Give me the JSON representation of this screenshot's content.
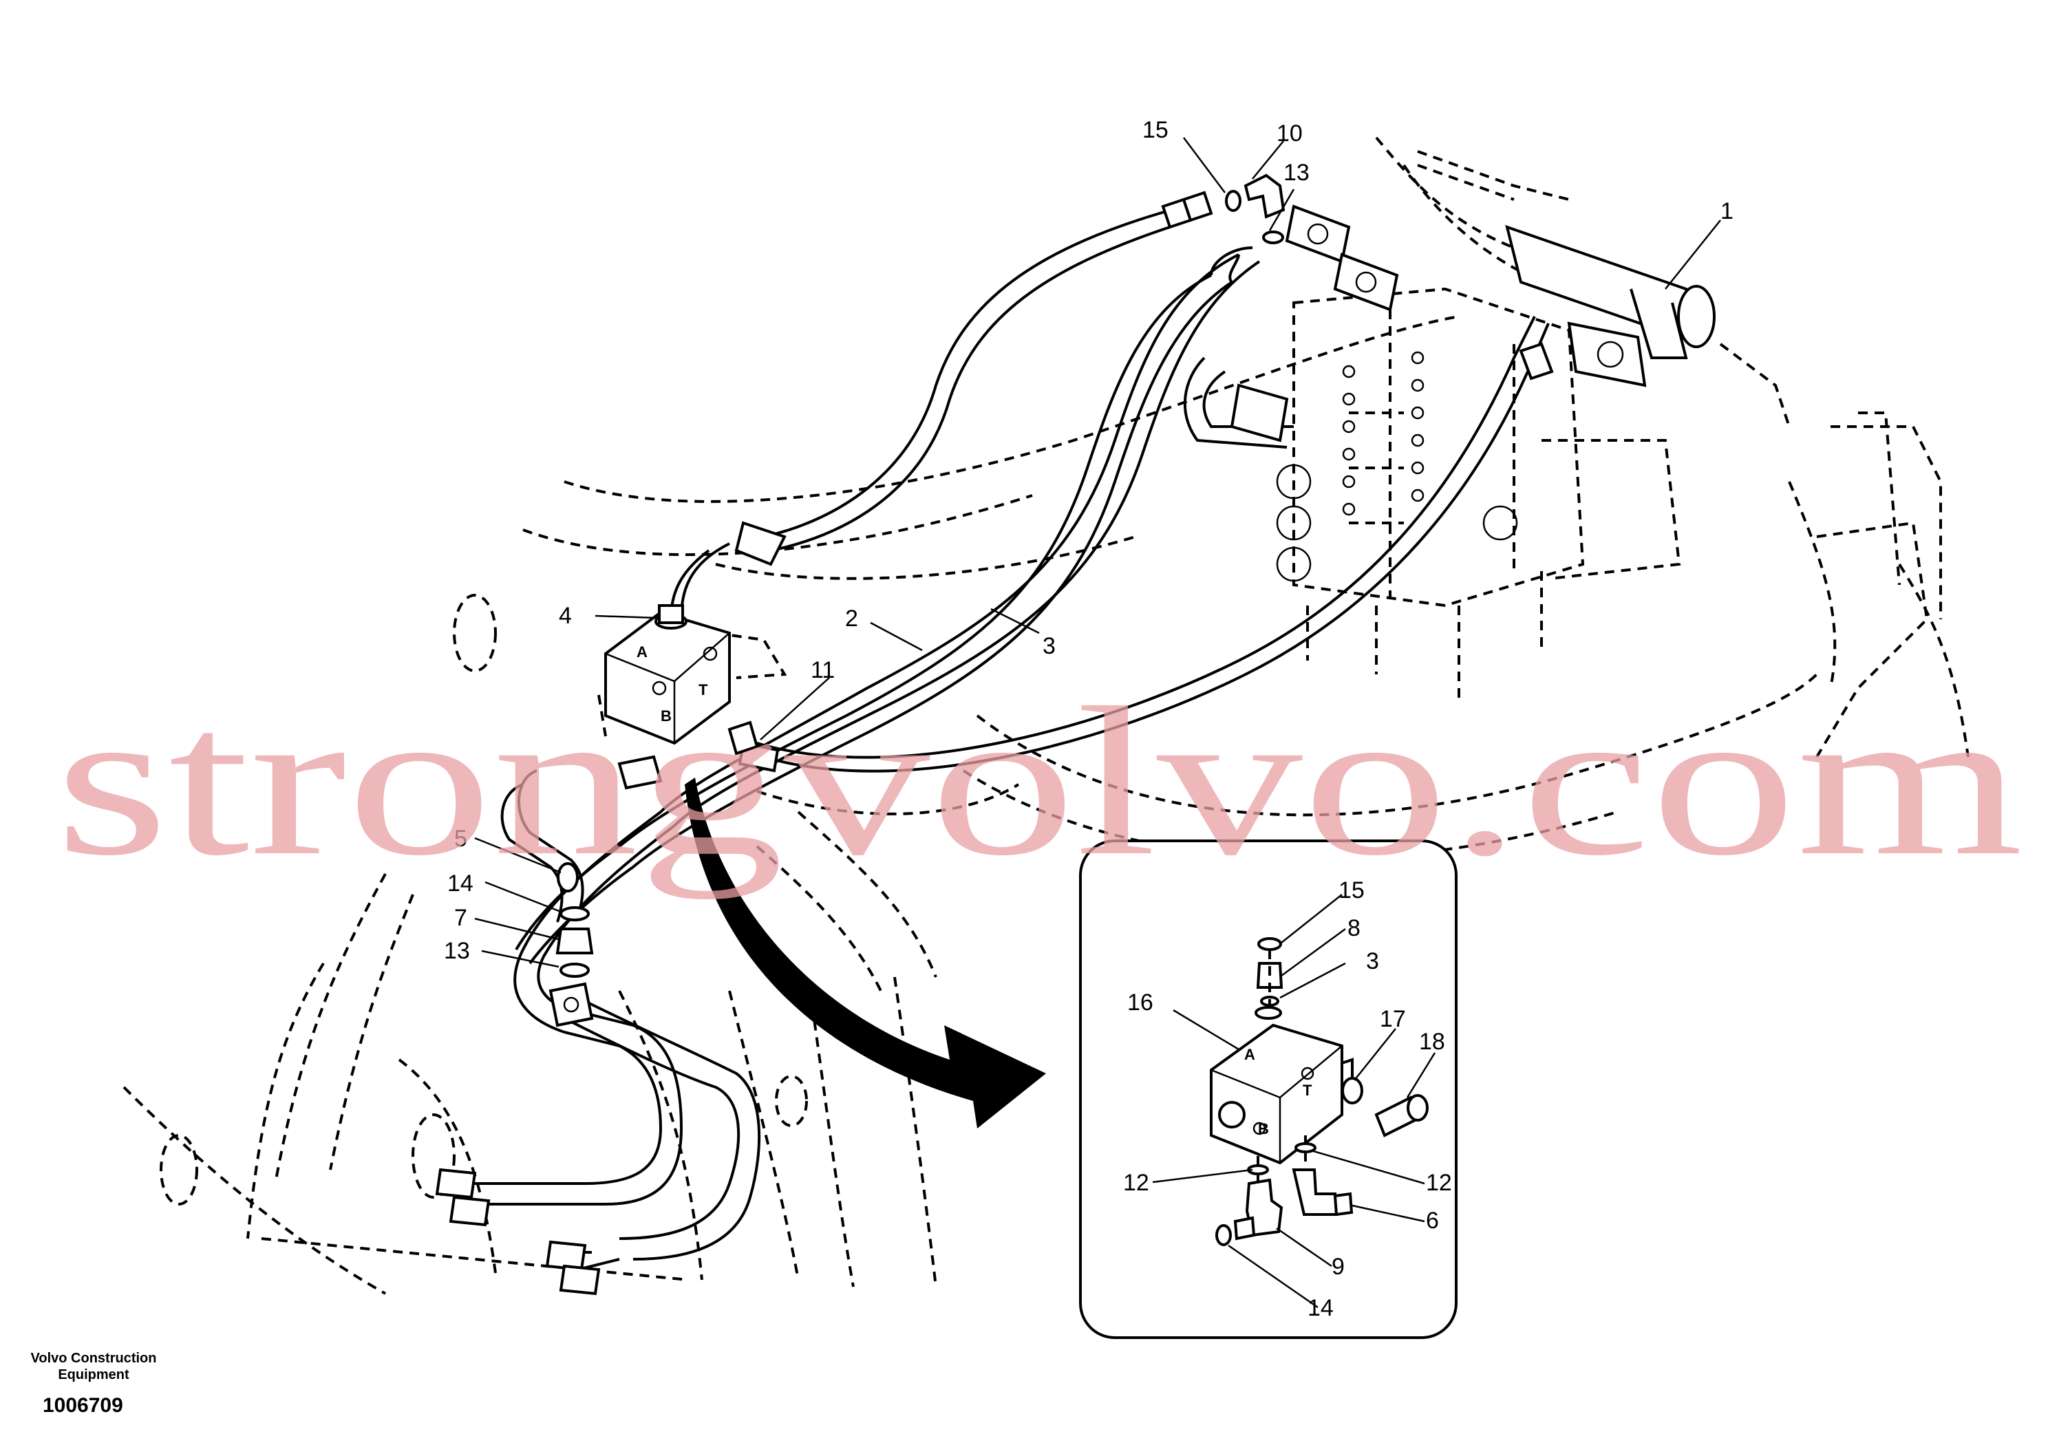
{
  "diagram": {
    "callouts_main": [
      "15",
      "10",
      "13",
      "1",
      "4",
      "2",
      "3",
      "11",
      "5",
      "14",
      "7",
      "13"
    ],
    "callouts_detail": [
      "15",
      "8",
      "3",
      "16",
      "17",
      "18",
      "12",
      "12",
      "6",
      "9",
      "14"
    ],
    "ports_main": [
      "A",
      "B",
      "T"
    ],
    "ports_detail": [
      "A",
      "B",
      "T"
    ]
  },
  "watermark": "strongvolvo.com",
  "footer": {
    "company_line1": "Volvo Construction",
    "company_line2": "Equipment",
    "drawing_number": "1006709"
  }
}
